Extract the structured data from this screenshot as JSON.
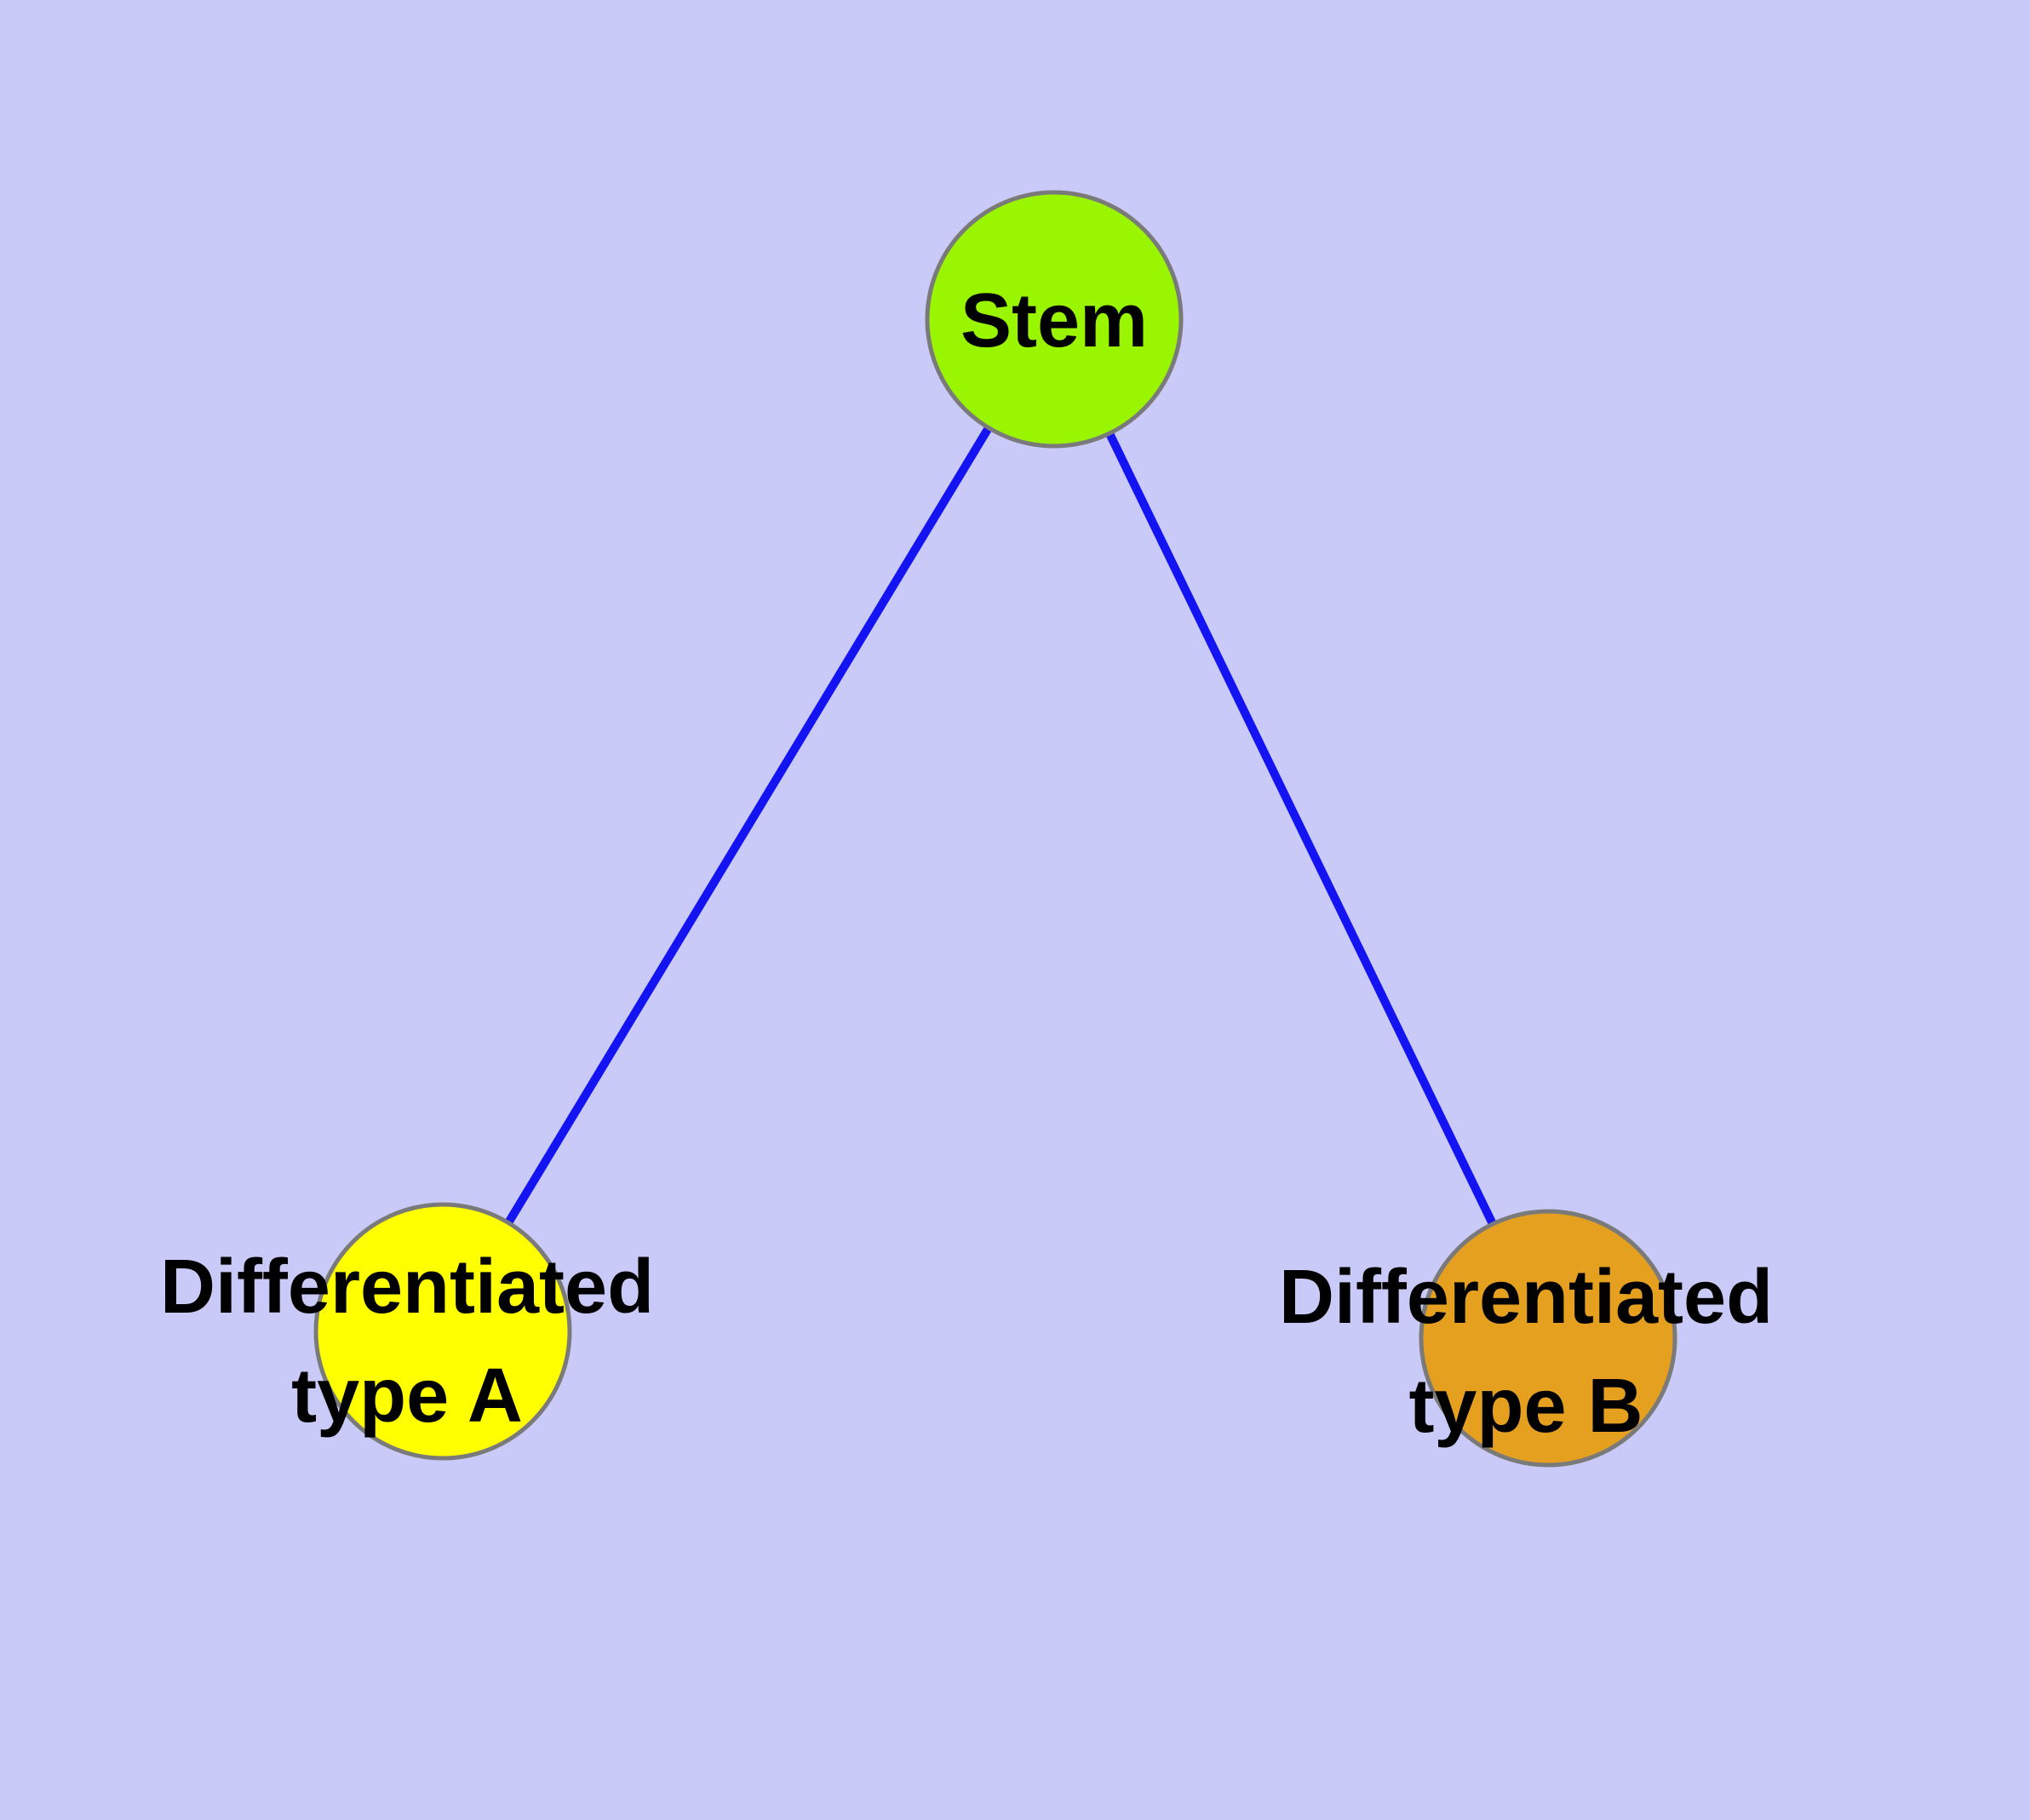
{
  "diagram": {
    "type": "node-link-graph",
    "background": "#CACAF8",
    "nodes": [
      {
        "id": "stem",
        "label": "Stem",
        "fill": "#9AF500",
        "border_color": "#7A7A7A"
      },
      {
        "id": "differentiated-type-a",
        "label": "Differentiated\ntype A",
        "fill": "#FFFF00",
        "border_color": "#7A7A7A"
      },
      {
        "id": "differentiated-type-b",
        "label": "Differentiated\ntype B",
        "fill": "#E6A01F",
        "border_color": "#7A7A7A"
      }
    ],
    "edges": [
      {
        "from": "stem",
        "to": "differentiated-type-a",
        "color": "#1414F2"
      },
      {
        "from": "stem",
        "to": "differentiated-type-b",
        "color": "#1414F2"
      }
    ]
  }
}
